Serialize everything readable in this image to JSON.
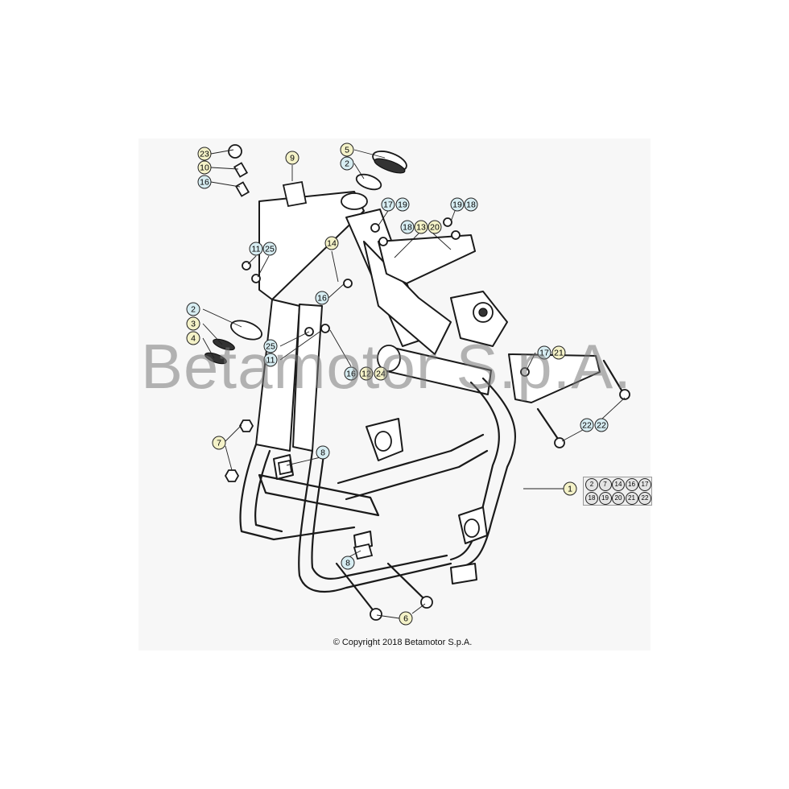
{
  "watermark": "Betamotor S.p.A.",
  "copyright": "© Copyright 2018 Betamotor S.p.A.",
  "colors": {
    "callout_yellow": "#f4f2c8",
    "callout_blue": "#d7edf2",
    "panel": "#f7f7f7"
  },
  "callouts": [
    {
      "label": "23",
      "color": "yellow"
    },
    {
      "label": "10",
      "color": "yellow"
    },
    {
      "label": "16",
      "color": "blue"
    },
    {
      "label": "9",
      "color": "yellow"
    },
    {
      "label": "5",
      "color": "yellow"
    },
    {
      "label": "2",
      "color": "blue"
    },
    {
      "label": "17",
      "color": "blue"
    },
    {
      "label": "19",
      "color": "blue"
    },
    {
      "label": "19",
      "color": "blue"
    },
    {
      "label": "18",
      "color": "blue"
    },
    {
      "label": "18",
      "color": "blue"
    },
    {
      "label": "13",
      "color": "yellow"
    },
    {
      "label": "20",
      "color": "yellow"
    },
    {
      "label": "11",
      "color": "blue"
    },
    {
      "label": "25",
      "color": "blue"
    },
    {
      "label": "14",
      "color": "yellow"
    },
    {
      "label": "16",
      "color": "blue"
    },
    {
      "label": "2",
      "color": "blue"
    },
    {
      "label": "3",
      "color": "yellow"
    },
    {
      "label": "4",
      "color": "yellow"
    },
    {
      "label": "25",
      "color": "blue"
    },
    {
      "label": "11",
      "color": "blue"
    },
    {
      "label": "16",
      "color": "blue"
    },
    {
      "label": "12",
      "color": "yellow"
    },
    {
      "label": "24",
      "color": "yellow"
    },
    {
      "label": "17",
      "color": "blue"
    },
    {
      "label": "21",
      "color": "yellow"
    },
    {
      "label": "22",
      "color": "blue"
    },
    {
      "label": "22",
      "color": "blue"
    },
    {
      "label": "7",
      "color": "yellow"
    },
    {
      "label": "8",
      "color": "blue"
    },
    {
      "label": "1",
      "color": "yellow"
    },
    {
      "label": "8",
      "color": "blue"
    },
    {
      "label": "6",
      "color": "yellow"
    }
  ],
  "kit": {
    "row1": [
      "2",
      "7",
      "14",
      "16",
      "17"
    ],
    "row2": [
      "18",
      "19",
      "20",
      "21",
      "22"
    ]
  }
}
